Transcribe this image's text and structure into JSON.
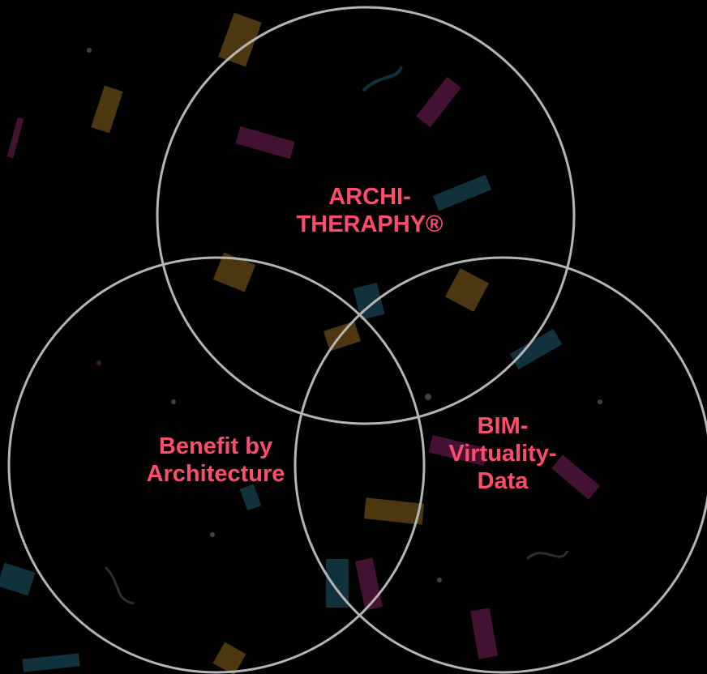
{
  "colors": {
    "background": "#000000",
    "circle_stroke": "#b4b4b4",
    "label": "#fe4c6b"
  },
  "decoration": "dim-confetti-background",
  "venn": {
    "sets": [
      {
        "id": "top",
        "lines": [
          "ARCHI-",
          "THERAPHY®"
        ]
      },
      {
        "id": "left",
        "lines": [
          "Benefit by",
          "Architecture"
        ]
      },
      {
        "id": "right",
        "lines": [
          "BIM-",
          "Virtuality-",
          "Data"
        ]
      }
    ]
  }
}
